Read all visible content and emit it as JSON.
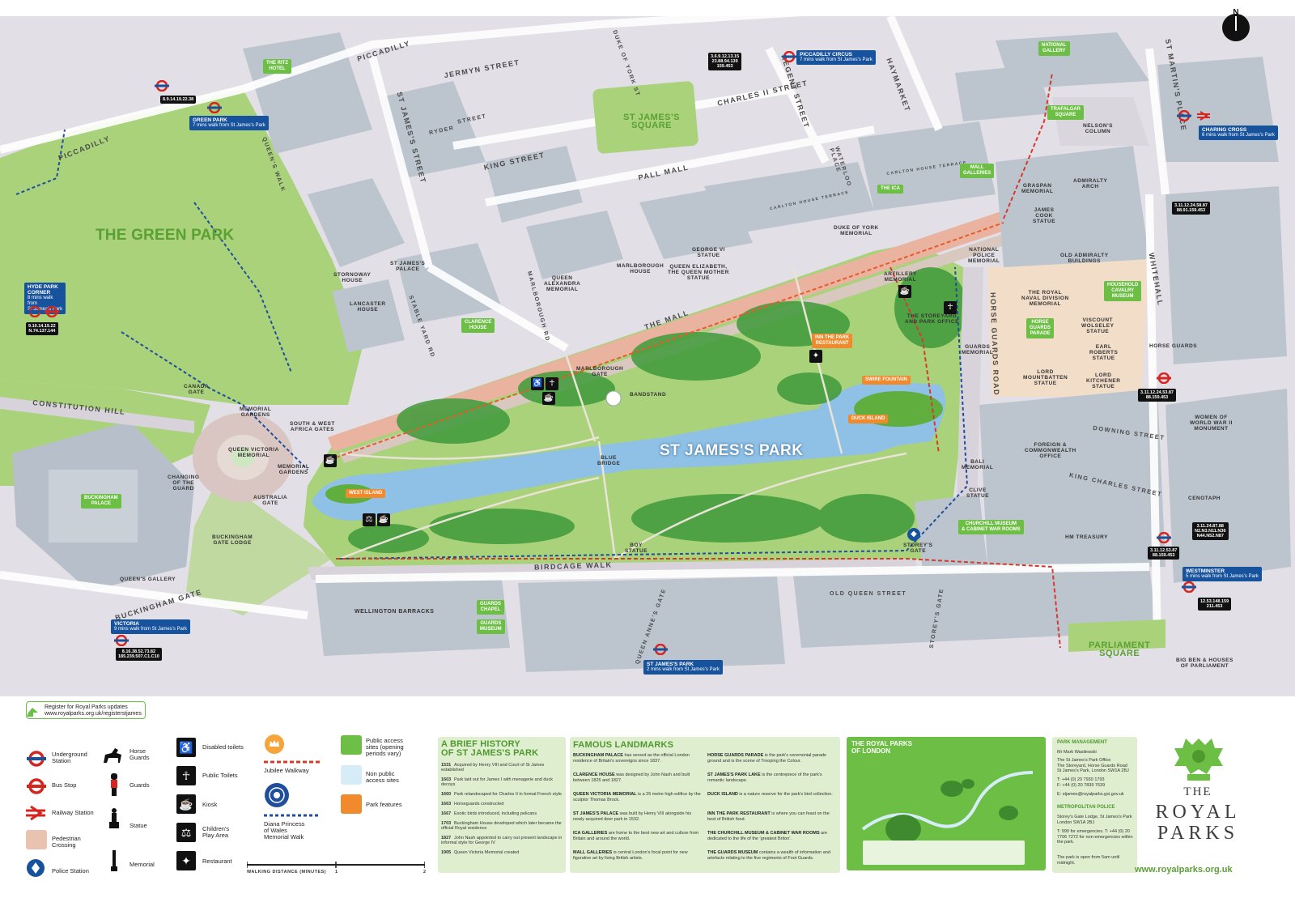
{
  "map": {
    "compass": "N",
    "parks": {
      "green_park": "THE GREEN PARK",
      "st_james": "ST JAMES'S PARK"
    },
    "squares": {
      "st_james_square": "ST JAMES'S\nSQUARE",
      "parliament_square": "PARLIAMENT\nSQUARE"
    },
    "streets": {
      "piccadilly_top": "PICCADILLY",
      "piccadilly_left": "PICCADILLY",
      "jermyn": "JERMYN STREET",
      "duke_of_york": "DUKE OF YORK ST",
      "regent": "REGENT STREET",
      "charles_ii": "CHARLES II STREET",
      "haymarket": "HAYMARKET",
      "st_martins": "ST MARTIN'S PLACE",
      "st_james_street": "ST JAMES'S STREET",
      "ryder": "RYDER",
      "street_small": "STREET",
      "king": "KING STREET",
      "pall_mall": "PALL MALL",
      "waterloo": "WATERLOO\nPLACE",
      "queens_walk": "QUEEN'S WALK",
      "the_mall": "THE MALL",
      "marlborough_rd": "MARLBOROUGH RD",
      "stable_yard": "STABLE YARD RD",
      "constitution_hill": "CONSTITUTION HILL",
      "horse_guards_road": "HORSE GUARDS ROAD",
      "whitehall": "WHITEHALL",
      "downing": "DOWNING STREET",
      "king_charles": "KING CHARLES STREET",
      "birdcage": "BIRDCAGE WALK",
      "buckingham_gate": "BUCKINGHAM GATE",
      "old_queen": "OLD QUEEN STREET",
      "queen_annes": "QUEEN ANNE'S GATE",
      "storeys_gate_road": "STOREY'S GATE",
      "carlton_terrace": "CARLTON HOUSE TERRACE",
      "carlton_gardens": "CARLTON HOUSE TERRACE"
    },
    "landmarks": {
      "canada_gate": "CANADA\nGATE",
      "memorial_gardens_1": "MEMORIAL\nGARDENS",
      "memorial_gardens_2": "MEMORIAL\nGARDENS",
      "south_west_africa": "SOUTH & WEST\nAFRICA GATES",
      "queen_victoria": "QUEEN VICTORIA\nMEMORIAL",
      "changing_guard": "CHANGING\nOF THE\nGUARD",
      "australia_gate": "AUSTRALIA\nGATE",
      "buckingham_gate_lodge": "BUCKINGHAM\nGATE LODGE",
      "queens_gallery": "QUEEN'S GALLERY",
      "stornoway": "STORNOWAY\nHOUSE",
      "lancaster": "LANCASTER\nHOUSE",
      "st_james_palace": "ST JAMES'S\nPALACE",
      "queen_alexandra": "QUEEN\nALEXANDRA\nMEMORIAL",
      "marlborough_house": "MARLBOROUGH\nHOUSE",
      "george_vi": "GEORGE VI\nSTATUE",
      "queen_elizabeth": "QUEEN ELIZABETH,\nTHE QUEEN MOTHER\nSTATUE",
      "duke_of_york_memorial": "DUKE OF YORK\nMEMORIAL",
      "marlborough_gate": "MARLBOROUGH\nGATE",
      "bandstand": "BANDSTAND",
      "blue_bridge": "BLUE\nBRIDGE",
      "artillery": "ARTILLERY\nMEMORIAL",
      "storeyard": "THE STOREYARD\nAND PARK OFFICE",
      "guards_memorial": "GUARDS\nMEMORIAL",
      "national_police": "NATIONAL\nPOLICE\nMEMORIAL",
      "graspan": "GRASPAN\nMEMORIAL",
      "cook": "JAMES\nCOOK\nSTATUE",
      "admiralty_arch": "ADMIRALTY\nARCH",
      "old_admiralty": "OLD ADMIRALTY\nBUILDINGS",
      "naval_division": "THE ROYAL\nNAVAL DIVISION\nMEMORIAL",
      "viscount": "VISCOUNT\nWOLSELEY\nSTATUE",
      "earl_roberts": "EARL\nROBERTS\nSTATUE",
      "mountbatten": "LORD\nMOUNTBATTEN\nSTATUE",
      "kitchener": "LORD\nKITCHENER\nSTATUE",
      "horse_guards": "HORSE GUARDS",
      "women_ww2": "WOMEN OF\nWORLD WAR II\nMONUMENT",
      "foreign_office": "FOREIGN &\nCOMMONWEALTH\nOFFICE",
      "bali": "BALI\nMEMORIAL",
      "clive": "CLIVE\nSTATUE",
      "cenotaph": "CENOTAPH",
      "hm_treasury": "HM TREASURY",
      "boy_statue": "BOY\nSTATUE",
      "storeys_gate": "STOREY'S\nGATE",
      "nelsons_column": "NELSON'S\nCOLUMN",
      "big_ben": "BIG BEN & HOUSES\nOF PARLIAMENT",
      "wellington": "WELLINGTON BARRACKS"
    },
    "green_tags": {
      "ritz": "THE RITZ\nHOTEL",
      "clarence": "CLARENCE\nHOUSE",
      "buckingham": "BUCKINGHAM\nPALACE",
      "ica": "THE ICA",
      "mall_galleries": "MALL\nGALLERIES",
      "national_gallery": "NATIONAL\nGALLERY",
      "trafalgar": "TRAFALGAR\nSQUARE",
      "household_cavalry": "HOUSEHOLD\nCAVALRY\nMUSEUM",
      "horse_guards_parade": "HORSE\nGUARDS\nPARADE",
      "churchill": "CHURCHILL MUSEUM\n& CABINET WAR ROOMS",
      "guards_chapel": "GUARDS\nCHAPEL",
      "guards_museum": "GUARDS\nMUSEUM"
    },
    "orange_tags": {
      "inn_the_park": "INN THE PARK\nRESTAURANT",
      "swire": "SWIRE FOUNTAIN",
      "duck_island": "DUCK ISLAND",
      "west_island": "WEST ISLAND"
    },
    "stations": {
      "green_park": {
        "name": "GREEN PARK",
        "walk": "7 mins walk from St James's Park"
      },
      "piccadilly_circus": {
        "name": "PICCADILLY CIRCUS",
        "walk": "7 mins walk from St James's Park"
      },
      "charing_cross": {
        "name": "CHARING CROSS",
        "walk": "6 mins walk from St James's Park"
      },
      "hyde_park_corner": {
        "name": "HYDE PARK\nCORNER",
        "walk": "8 mins walk\nfrom\nSt James's Park"
      },
      "victoria": {
        "name": "VICTORIA",
        "walk": "9 mins walk from St James's Park"
      },
      "st_james_park": {
        "name": "ST JAMES'S PARK",
        "walk": "2 mins walk from St James's Park"
      },
      "westminster": {
        "name": "WESTMINSTER",
        "walk": "5 mins walk from St James's Park"
      }
    },
    "buses": {
      "b1": "8.9.14.19.22.38",
      "b2": "3.6.9.12.13.15\n23.88.94.139\n159.453",
      "b3": "3.11.12.24.58.87\n88.91.159.453",
      "b4": "9.10.14.19.22\nN.74.137.144",
      "b5": "3.11.12.24.53.87\n88.159.453",
      "b6": "3.11.24.87.88\nN2.N3.N11.N36\nN44.N52.N87",
      "b7": "3.11.12.53.87\n88.159.453",
      "b8": "12.53.148.159\n211.453",
      "b9": "8.16.38.52.73.82\n185.239.507.C1.C10"
    }
  },
  "legend": {
    "register": "Register for Royal Parks updates\nwww.royalparks.org.uk/registerstjames",
    "items": {
      "underground": "Underground\nStation",
      "bus": "Bus Stop",
      "rail": "Railway Station",
      "crossing": "Pedestrian\nCrossing",
      "police": "Police Station",
      "horse_guards": "Horse\nGuards",
      "guards": "Guards",
      "statue": "Statue",
      "memorial": "Memorial",
      "disabled": "Disabled toilets",
      "public_toilets": "Public Toilets",
      "kiosk": "Kiosk",
      "play": "Children's\nPlay Area",
      "restaurant": "Restaurant",
      "jubilee": "Jubilee Walkway",
      "diana": "Diana Princess\nof Wales\nMemorial Walk",
      "public_access": "Public access\nsites (opening\nperiods vary)",
      "non_public": "Non public\naccess sites",
      "park_features": "Park features"
    },
    "walking": "WALKING DISTANCE (MINUTES)",
    "scale_1": "1",
    "scale_2": "2"
  },
  "history": {
    "title": "A BRIEF HISTORY\nOF ST JAMES'S PARK",
    "rows": [
      {
        "year": "1531",
        "text": "Acquired by Henry VIII and Court of St James established"
      },
      {
        "year": "1603",
        "text": "Park laid out for James I with menagerie and duck decoys"
      },
      {
        "year": "1660",
        "text": "Park relandscaped for Charles II in formal French style"
      },
      {
        "year": "1663",
        "text": "Horseguards constructed"
      },
      {
        "year": "1667",
        "text": "Exotic birds introduced, including pelicans"
      },
      {
        "year": "1703",
        "text": "Buckingham House developed which later became the official Royal residence"
      },
      {
        "year": "1827",
        "text": "John Nash appointed to carry out present landscape in informal style for George IV"
      },
      {
        "year": "1905",
        "text": "Queen Victoria Memorial created"
      }
    ]
  },
  "landmarks_box": {
    "title": "FAMOUS LANDMARKS",
    "col1": [
      {
        "name": "BUCKINGHAM PALACE",
        "text": "has served as the official London residence of Britain's sovereigns since 1837."
      },
      {
        "name": "CLARENCE HOUSE",
        "text": "was designed by John Nash and built between 1825 and 1827."
      },
      {
        "name": "QUEEN VICTORIA MEMORIAL",
        "text": "is a 25 metre high edifice by the sculptor Thomas Brock."
      },
      {
        "name": "ST JAMES'S PALACE",
        "text": "was built by Henry VIII alongside his newly acquired deer park in 1532."
      },
      {
        "name": "ICA GALLERIES",
        "text": "are home to the best new art and culture from Britain and around the world."
      },
      {
        "name": "MALL GALLERIES",
        "text": "is central London's focal point for new figurative art by living British artists."
      }
    ],
    "col2": [
      {
        "name": "HORSE GUARDS PARADE",
        "text": "is the park's ceremonial parade ground and is the scene of Trooping the Colour."
      },
      {
        "name": "ST JAMES'S PARK LAKE",
        "text": "is the centrepiece of the park's romantic landscape."
      },
      {
        "name": "DUCK ISLAND",
        "text": "is a nature reserve for the park's bird collection."
      },
      {
        "name": "INN THE PARK RESTAURANT",
        "text": "is where you can feast on the best of British food."
      },
      {
        "name": "THE CHURCHILL MUSEUM & CABINET WAR ROOMS",
        "text": "are dedicated to the life of the 'greatest Briton'."
      },
      {
        "name": "THE GUARDS MUSEUM",
        "text": "contains a wealth of information and artefacts relating to the five regiments of Foot Guards."
      }
    ]
  },
  "inset": {
    "title": "THE ROYAL PARKS\nOF LONDON"
  },
  "park_management": {
    "title": "PARK MANAGEMENT",
    "manager": "Mr Mark Wasilewski",
    "address": "The St James's Park Office\nThe Storeyard, Horse Guards Road\nSt James's Park, London SW1A 2BJ",
    "tel": "T: +44 (0) 20 7930 1793\nF: +44 (0) 20 7839 7639",
    "email": "E: stjames@royalparks.gsi.gov.uk",
    "police_title": "METROPOLITAN POLICE",
    "police": "Storey's Gate Lodge, St James's Park\nLondon SW1A 2BJ",
    "police_tel": "T: 999 for emergencies.\nT: +44 (0) 20 7706 7272 for non-emergencies within the park.",
    "note": "The park is open from 5am until midnight."
  },
  "logo": {
    "line1": "THE",
    "line2": "ROYAL",
    "line3": "PARKS"
  },
  "website": "www.royalparks.org.uk",
  "colors": {
    "grass": "#a9d27a",
    "lake": "#8fc0e5",
    "road": "#dcd7de",
    "building": "#bfc7cf",
    "green_tag": "#6cbe45",
    "orange_tag": "#f08a2c",
    "station": "#17529c",
    "mall": "#e9b3a0"
  }
}
